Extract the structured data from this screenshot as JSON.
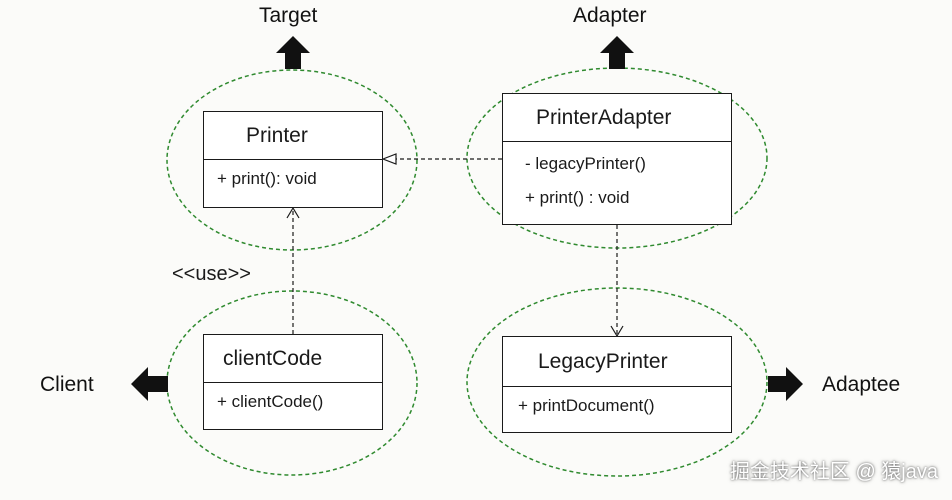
{
  "roles": {
    "target": "Target",
    "adapter": "Adapter",
    "client": "Client",
    "adaptee": "Adaptee"
  },
  "classes": {
    "printer": {
      "name": "Printer",
      "members": [
        "+ print(): void"
      ]
    },
    "printer_adapter": {
      "name": "PrinterAdapter",
      "members": [
        "- legacyPrinter()",
        "+ print() : void"
      ]
    },
    "client_code": {
      "name": "clientCode",
      "members": [
        "+ clientCode()"
      ]
    },
    "legacy_printer": {
      "name": "LegacyPrinter",
      "members": [
        "+ printDocument()"
      ]
    }
  },
  "relations": {
    "use_stereotype": "<<use>>"
  },
  "watermark": "掘金技术社区 @ 猿java",
  "colors": {
    "background": "#fbfbf9",
    "group_outline": "#2f8a2f",
    "line": "#1a1a1a",
    "arrow": "#111111"
  }
}
